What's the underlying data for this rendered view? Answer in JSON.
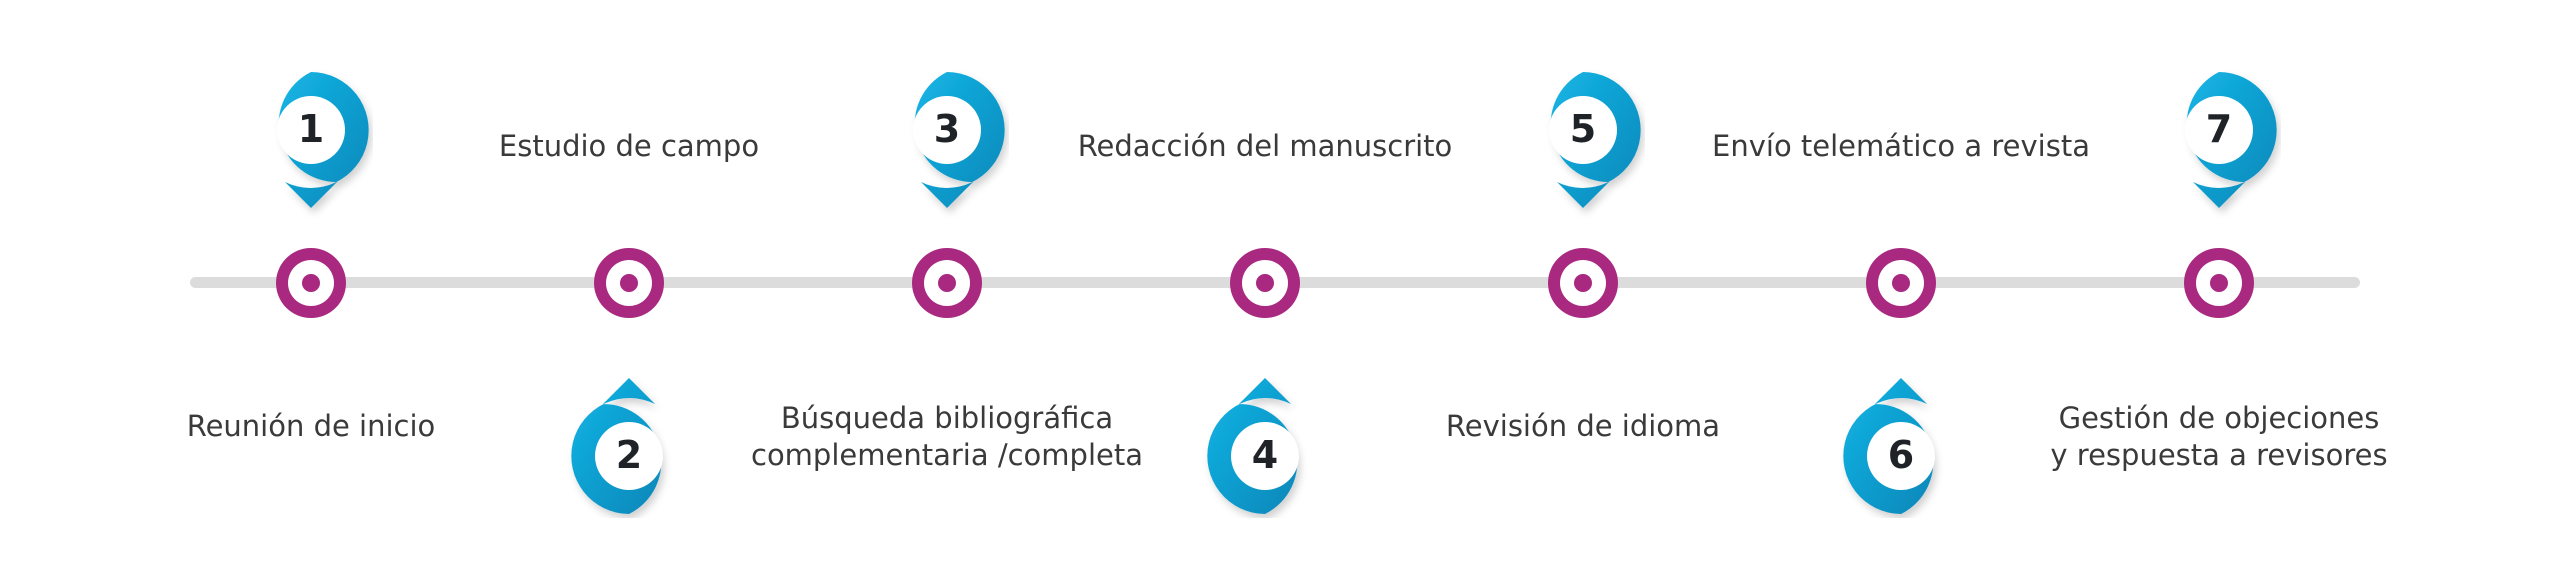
{
  "colors": {
    "pin_gradient_light": "#14b6e6",
    "pin_gradient_dark": "#0a86b8",
    "node_ring": "#a8297f",
    "track": "#dcdcdc",
    "label_text": "#3a3a3a",
    "number_text": "#1f2328"
  },
  "steps": [
    {
      "number": "1",
      "lines": [
        "Reunión de inicio"
      ],
      "marker_side": "top"
    },
    {
      "number": "2",
      "lines": [
        "Estudio de campo"
      ],
      "marker_side": "bottom"
    },
    {
      "number": "3",
      "lines": [
        "Búsqueda bibliográfica",
        "complementaria /completa"
      ],
      "marker_side": "top"
    },
    {
      "number": "4",
      "lines": [
        "Redacción del manuscrito"
      ],
      "marker_side": "bottom"
    },
    {
      "number": "5",
      "lines": [
        "Revisión de idioma"
      ],
      "marker_side": "top"
    },
    {
      "number": "6",
      "lines": [
        "Envío telemático a revista"
      ],
      "marker_side": "bottom"
    },
    {
      "number": "7",
      "lines": [
        "Gestión de objeciones",
        "y respuesta a revisores"
      ],
      "marker_side": "top"
    }
  ]
}
